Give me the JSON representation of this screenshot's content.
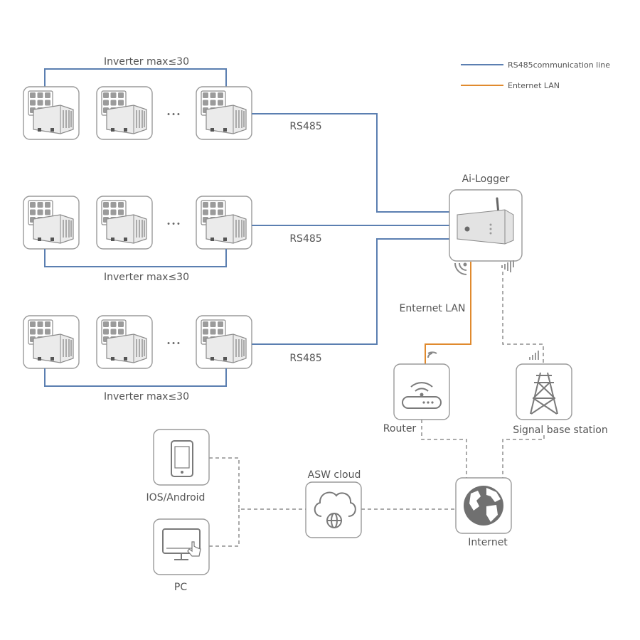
{
  "legend": {
    "rs485": "RS485communication line",
    "lan": "Enternet LAN"
  },
  "groups": [
    {
      "label": "Inverter max≤30",
      "rs485": "RS485"
    },
    {
      "label": "Inverter max≤30",
      "rs485": "RS485"
    },
    {
      "label": "Inverter max≤30",
      "rs485": "RS485"
    }
  ],
  "ellipsis": "• • •",
  "logger": {
    "label": "Ai-Logger"
  },
  "lan_label": "Enternet LAN",
  "router": {
    "label": "Router"
  },
  "base_station": {
    "label": "Signal base station"
  },
  "cloud": {
    "label": "ASW cloud"
  },
  "internet": {
    "label": "Internet"
  },
  "phone": {
    "label": "IOS/Android"
  },
  "pc": {
    "label": "PC"
  },
  "colors": {
    "rs485": "#5b7fb1",
    "lan": "#e08a2e",
    "dashed": "#8e8e8e"
  }
}
